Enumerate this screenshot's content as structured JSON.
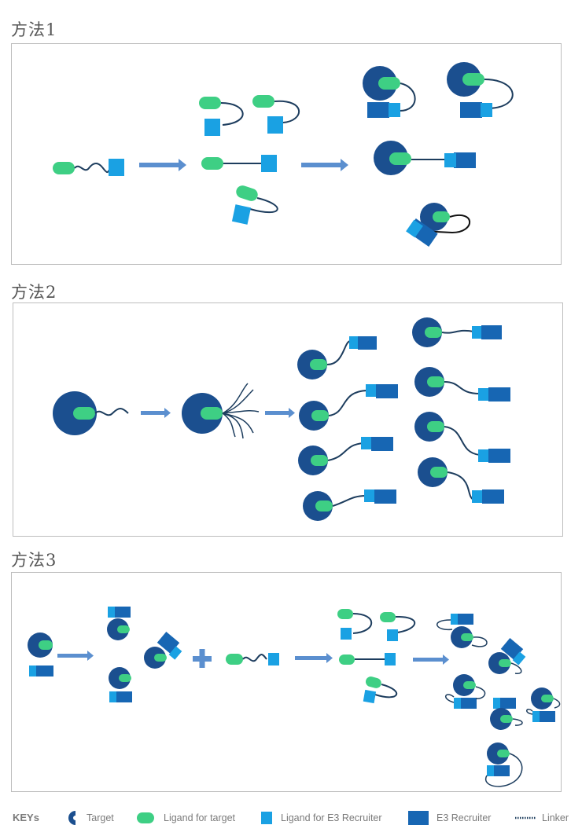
{
  "sections": [
    {
      "title": "方法1"
    },
    {
      "title": "方法2"
    },
    {
      "title": "方法3"
    }
  ],
  "legend": {
    "title": "KEYs",
    "items": [
      {
        "label": "Target"
      },
      {
        "label": "Ligand for target"
      },
      {
        "label": "Ligand for E3 Recruiter"
      },
      {
        "label": "E3 Recruiter"
      },
      {
        "label": "Linker"
      }
    ]
  },
  "colors": {
    "target": "#1b4f8f",
    "ligand_target": "#3ecf84",
    "ligand_e3": "#1aa1e3",
    "e3": "#1766b3",
    "linker": "#1d3d5e",
    "arrow": "#5b8fcf",
    "border": "#bdbdbd"
  }
}
